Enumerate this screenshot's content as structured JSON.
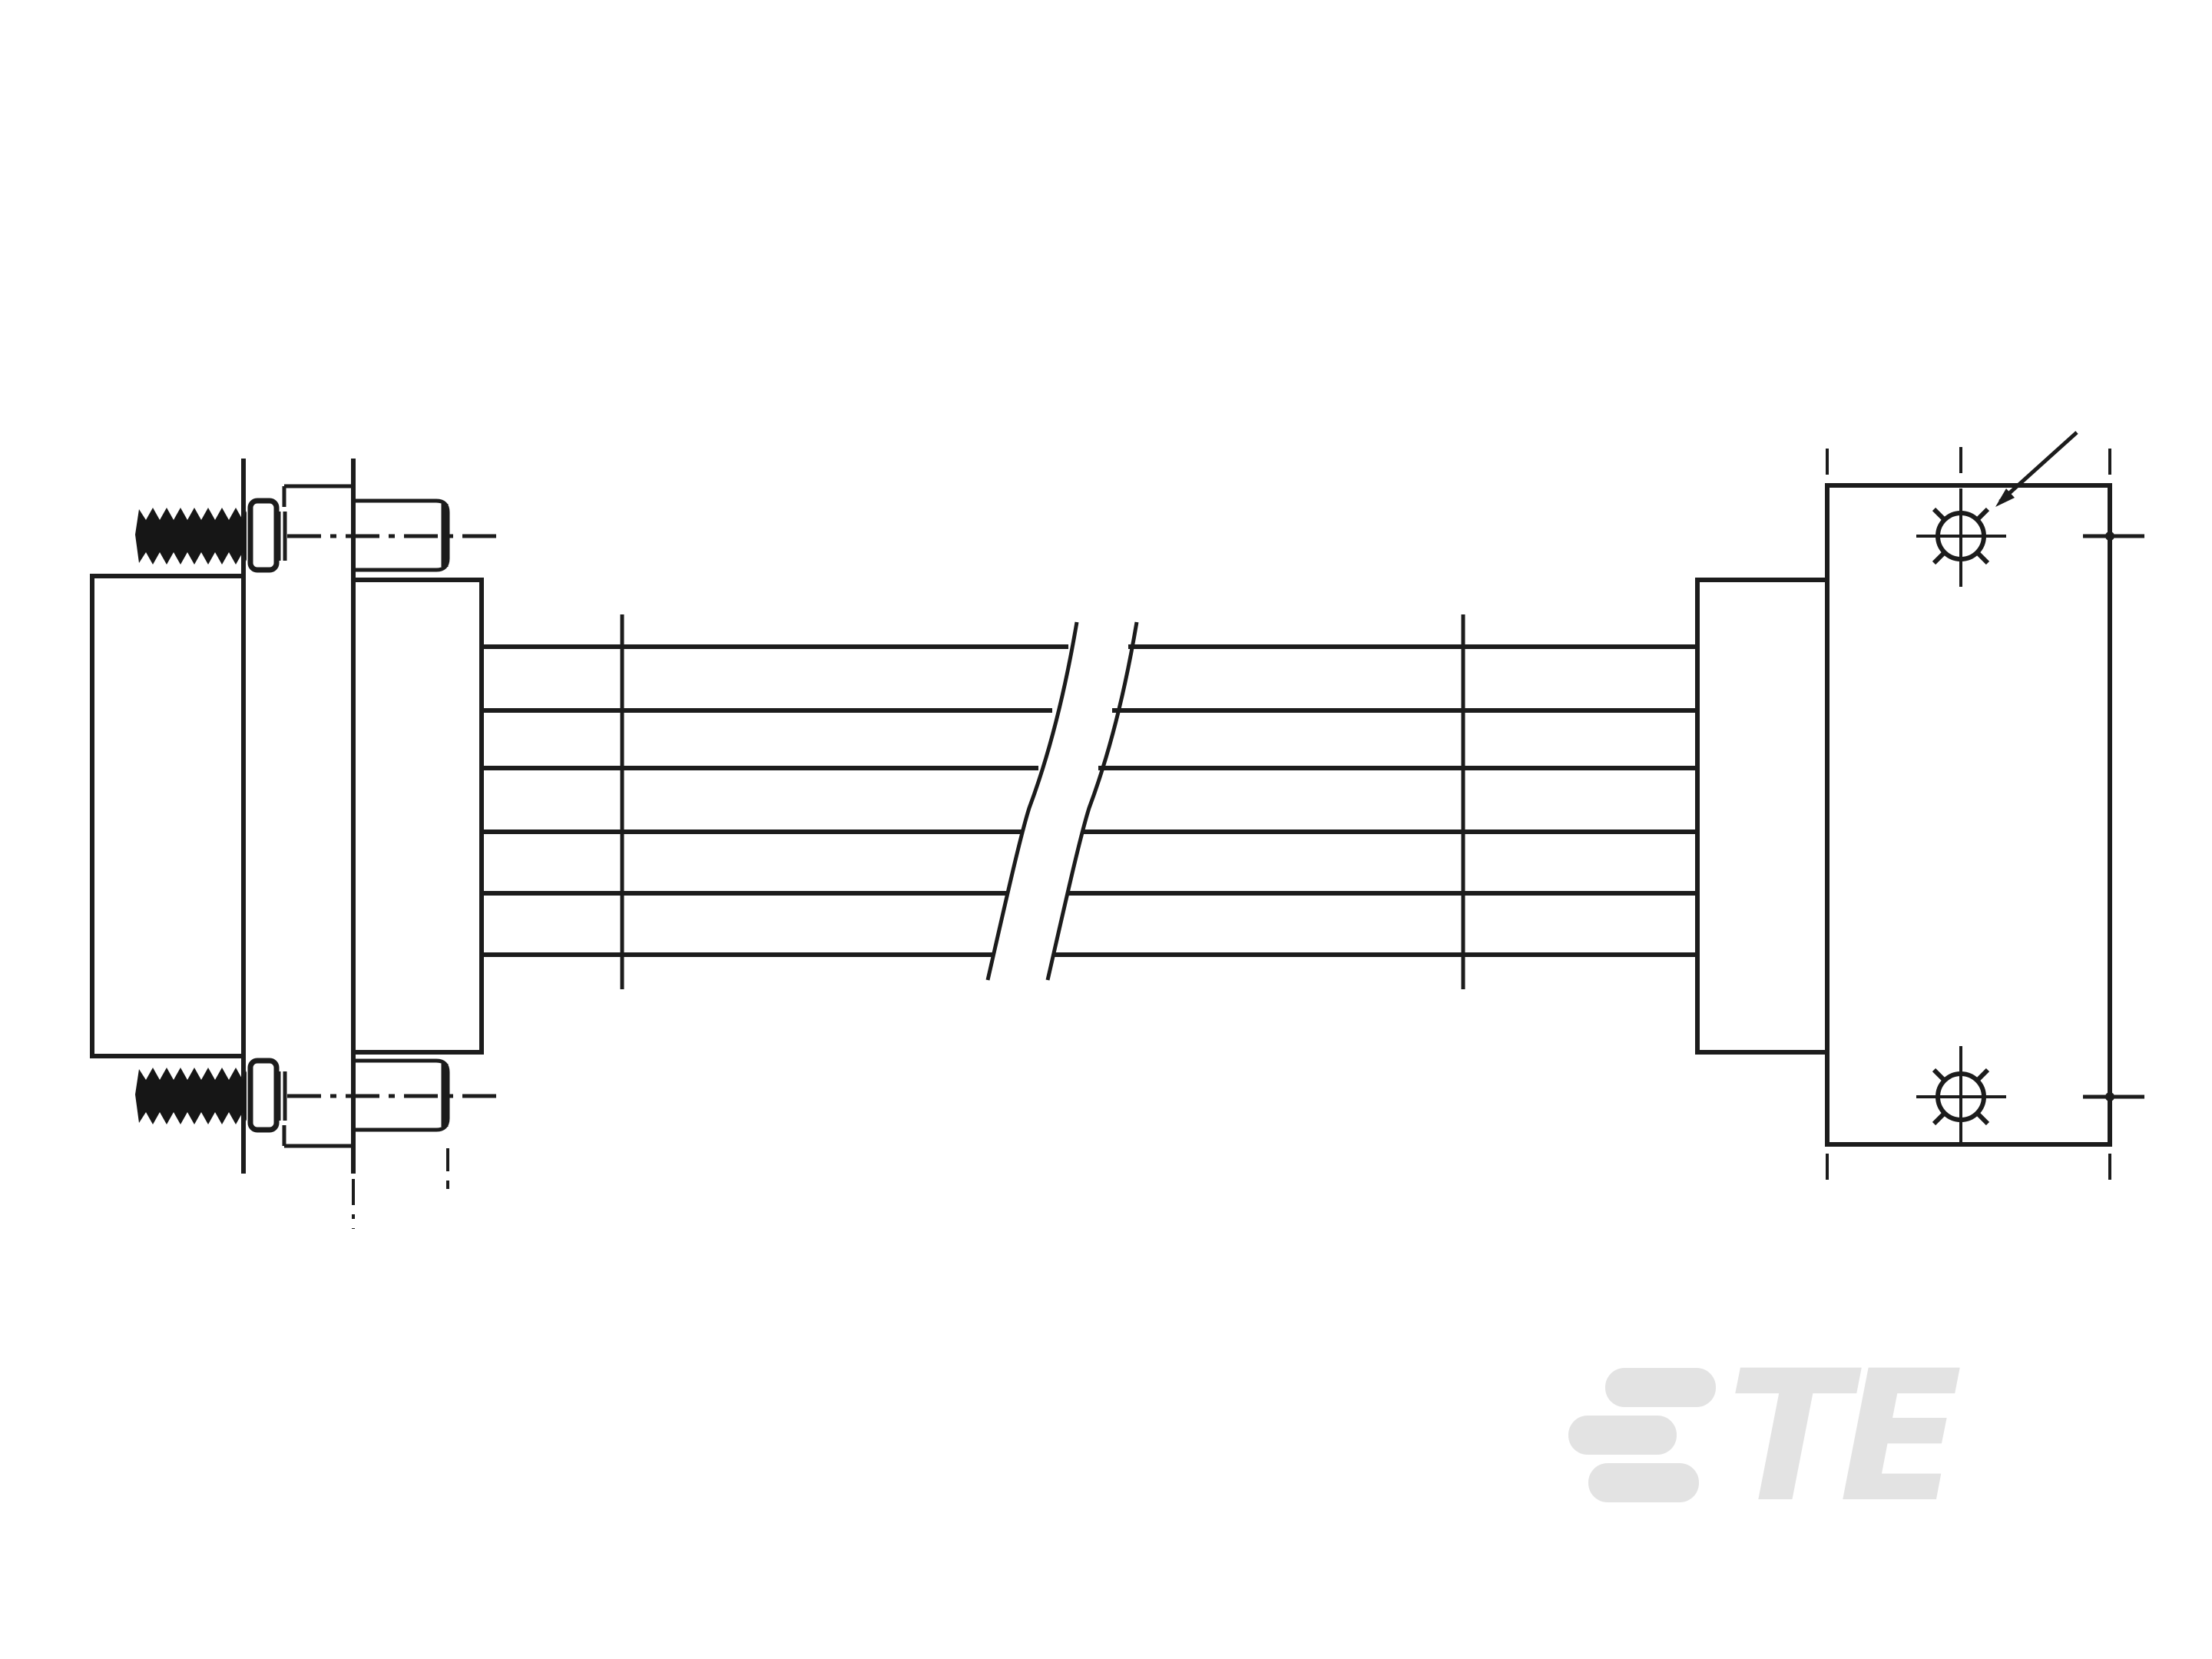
{
  "page": {
    "background_color": "#ffffff",
    "line_color": "#1c1c1c"
  },
  "drawing": {
    "kind": "engineering line drawing",
    "subject": "cable assembly: flanged plug connector with two jackscrews (left), six-wire bundle with break symbol and two lacing bands (middle), panel-mount receptacle with two mounting holes (right)",
    "wire_count": 6,
    "jackscrew_count": 2,
    "mounting_hole_count": 2,
    "text_labels": []
  },
  "logo": {
    "text": "TE",
    "color": "#e3e3e3"
  }
}
